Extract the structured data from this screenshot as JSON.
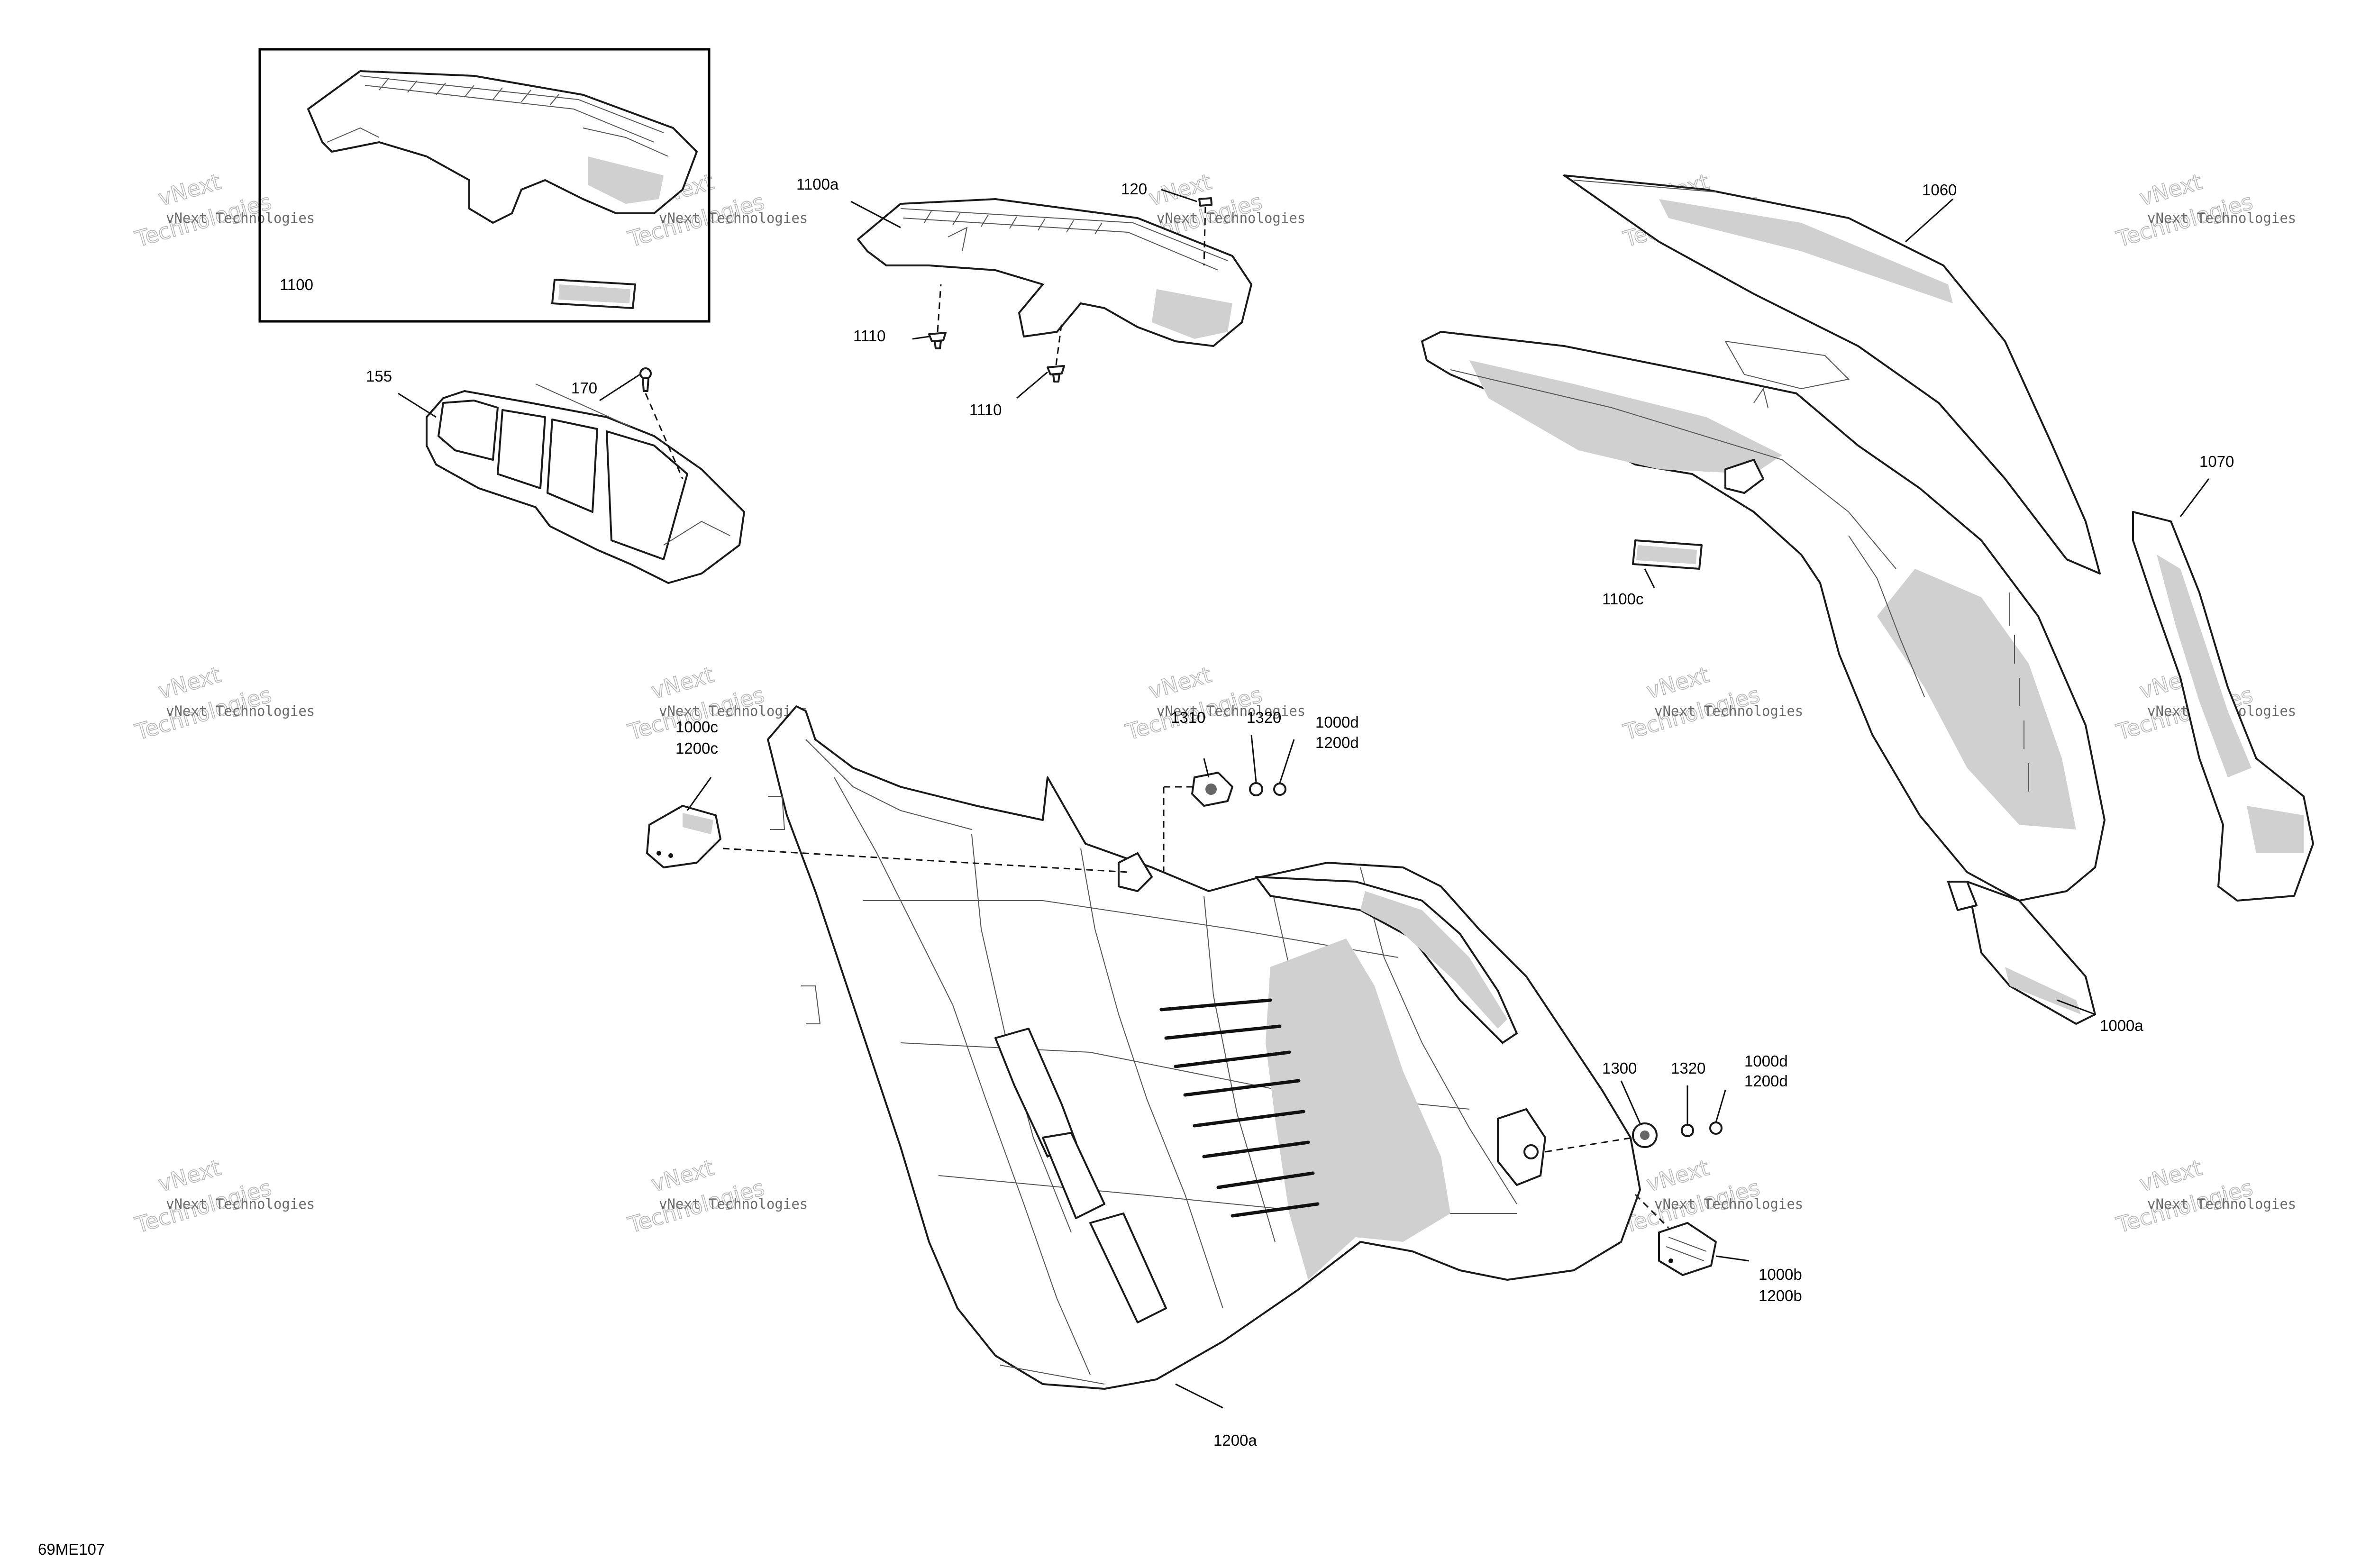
{
  "diagram_code": "69ME107",
  "callouts": {
    "c1100": "1100",
    "c1100a": "1100a",
    "c120": "120",
    "c1110_a": "1110",
    "c1110_b": "1110",
    "c155": "155",
    "c170": "170",
    "c1060": "1060",
    "c1070": "1070",
    "c1100c": "1100c",
    "c1000a": "1000a",
    "c1000c": "1000c",
    "c1200c": "1200c",
    "c1310": "1310",
    "c1320_top": "1320",
    "c1000d_top": "1000d",
    "c1200d_top": "1200d",
    "c1300": "1300",
    "c1320_bot": "1320",
    "c1000d_bot": "1000d",
    "c1200d_bot": "1200d",
    "c1000b": "1000b",
    "c1200b": "1200b",
    "c1200a": "1200a"
  },
  "watermark": {
    "line1": "vNext Technologies",
    "line2": "vNext",
    "line3": "Technologies"
  }
}
